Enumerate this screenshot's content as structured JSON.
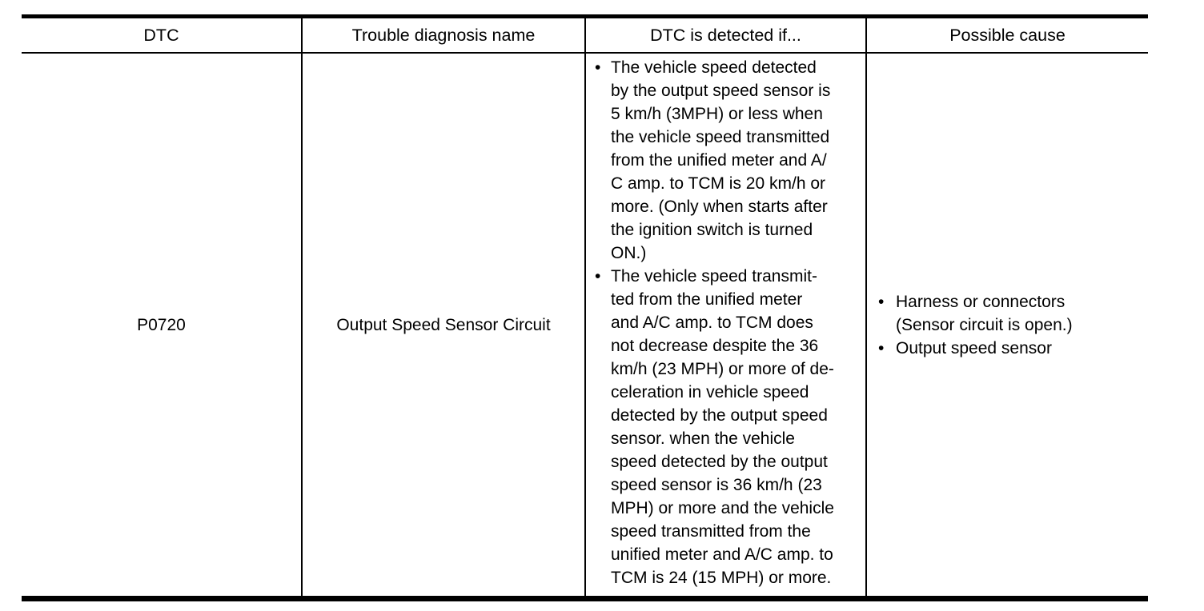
{
  "table": {
    "bullet_glyph": "•",
    "columns": [
      {
        "label": "DTC"
      },
      {
        "label": "Trouble diagnosis name"
      },
      {
        "label": "DTC is detected if..."
      },
      {
        "label": "Possible cause"
      }
    ],
    "row": {
      "dtc": "P0720",
      "trouble_diagnosis_name": "Output Speed Sensor Circuit",
      "detected_if_bullets": [
        "The vehicle speed detected\nby the output speed sensor is\n5 km/h (3MPH) or less when\nthe vehicle speed transmitted\nfrom the unified meter and A/\nC amp. to TCM is 20 km/h or\nmore. (Only when starts after\nthe ignition switch is turned\nON.)",
        "The vehicle speed transmit-\nted from the unified meter\nand A/C amp. to TCM does\nnot decrease despite the 36\nkm/h (23 MPH) or more of de-\nceleration in vehicle speed\ndetected by the output speed\nsensor. when the vehicle\nspeed detected by the output\nspeed sensor is 36 km/h (23\nMPH) or more and the vehicle\nspeed transmitted from the\nunified meter and A/C amp. to\nTCM is 24 (15 MPH) or more."
      ],
      "possible_cause_bullets": [
        "Harness or connectors\n(Sensor circuit is open.)",
        "Output speed sensor"
      ]
    }
  }
}
